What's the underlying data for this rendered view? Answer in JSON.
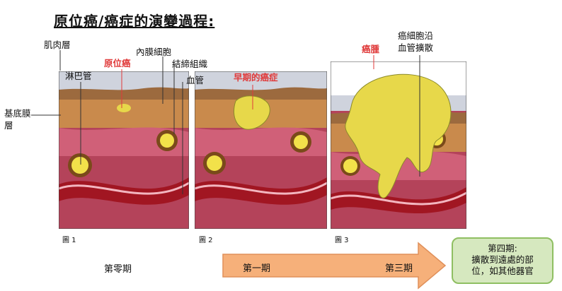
{
  "title": "原位癌/癌症的演變過程:",
  "labels": {
    "muscle": "肌肉層",
    "basement1": "基底膜",
    "basement2": "層",
    "lymph": "淋巴管",
    "insitu": "原位癌",
    "endo": "內膜細胞",
    "connective": "結締組織",
    "vessel": "血管",
    "early": "早期的癌症",
    "tumor": "癌腫",
    "spread1": "癌細胞沿",
    "spread2": "血管擴散"
  },
  "captions": [
    "圖 1",
    "圖 2",
    "圖 3"
  ],
  "stages": {
    "zero": "第零期",
    "one": "第一期",
    "three": "第三期",
    "four_title": "第四期:",
    "four_l1": "擴散到遠處的部",
    "four_l2": "位，如其他器官"
  },
  "colors": {
    "label_red": "#e03a3a",
    "arrow_fill": "#f6b07a",
    "green_fill": "#d6e8bf"
  }
}
